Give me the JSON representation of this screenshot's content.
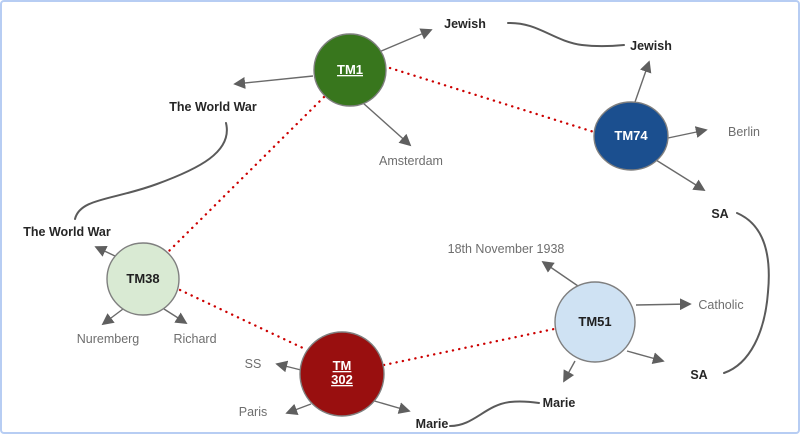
{
  "canvas": {
    "background": "#ffffff",
    "border_color": "#b7cdf3"
  },
  "palette": {
    "dotted_link": "#cc0000",
    "arrow": "#6a6a6a",
    "term_link": "#5a5a5a",
    "bold_term_text": "#262626",
    "gray_term_text": "#6e6e6e"
  },
  "nodes": {
    "tm1": {
      "label": "TM1",
      "fill": "#38761d",
      "text_color": "#ffffff",
      "underlined": true
    },
    "tm74": {
      "label": "TM74",
      "fill": "#1b4f8f",
      "text_color": "#ffffff",
      "underlined": false
    },
    "tm38": {
      "label": "TM38",
      "fill": "#d9ead3",
      "text_color": "#1f1f1f",
      "underlined": false
    },
    "tm302": {
      "label_line1": "TM",
      "label_line2": "302",
      "fill": "#990f0f",
      "text_color": "#ffffff",
      "underlined": true
    },
    "tm51": {
      "label": "TM51",
      "fill": "#cfe2f3",
      "text_color": "#1f1f1f",
      "underlined": false
    }
  },
  "terms": {
    "jewish_top": "Jewish",
    "jewish_right": "Jewish",
    "world_war_top": "The World War",
    "world_war_left": "The World War",
    "amsterdam": "Amsterdam",
    "berlin": "Berlin",
    "sa_right": "SA",
    "sa_lower": "SA",
    "catholic": "Catholic",
    "date_18_nov_1938": "18th November 1938",
    "nuremberg": "Nuremberg",
    "richard": "Richard",
    "ss": "SS",
    "paris": "Paris",
    "marie_center": "Marie",
    "marie_right": "Marie"
  },
  "dotted_links": [
    {
      "from": "TM1",
      "to": "TM38"
    },
    {
      "from": "TM1",
      "to": "TM74"
    },
    {
      "from": "TM38",
      "to": "TM 302"
    },
    {
      "from": "TM 302",
      "to": "TM51"
    }
  ],
  "term_links": [
    {
      "term": "Jewish",
      "between": [
        "TM1",
        "TM74"
      ]
    },
    {
      "term": "The World War",
      "between": [
        "TM1",
        "TM38"
      ]
    },
    {
      "term": "SA",
      "between": [
        "TM74",
        "TM51"
      ]
    },
    {
      "term": "Marie",
      "between": [
        "TM 302",
        "TM51"
      ]
    }
  ],
  "node_terms": {
    "TM1": [
      "Jewish",
      "The World War",
      "Amsterdam"
    ],
    "TM74": [
      "Jewish",
      "Berlin",
      "SA"
    ],
    "TM38": [
      "The World War",
      "Nuremberg",
      "Richard"
    ],
    "TM 302": [
      "SS",
      "Paris",
      "Marie"
    ],
    "TM51": [
      "18th November 1938",
      "Catholic",
      "SA",
      "Marie"
    ]
  }
}
